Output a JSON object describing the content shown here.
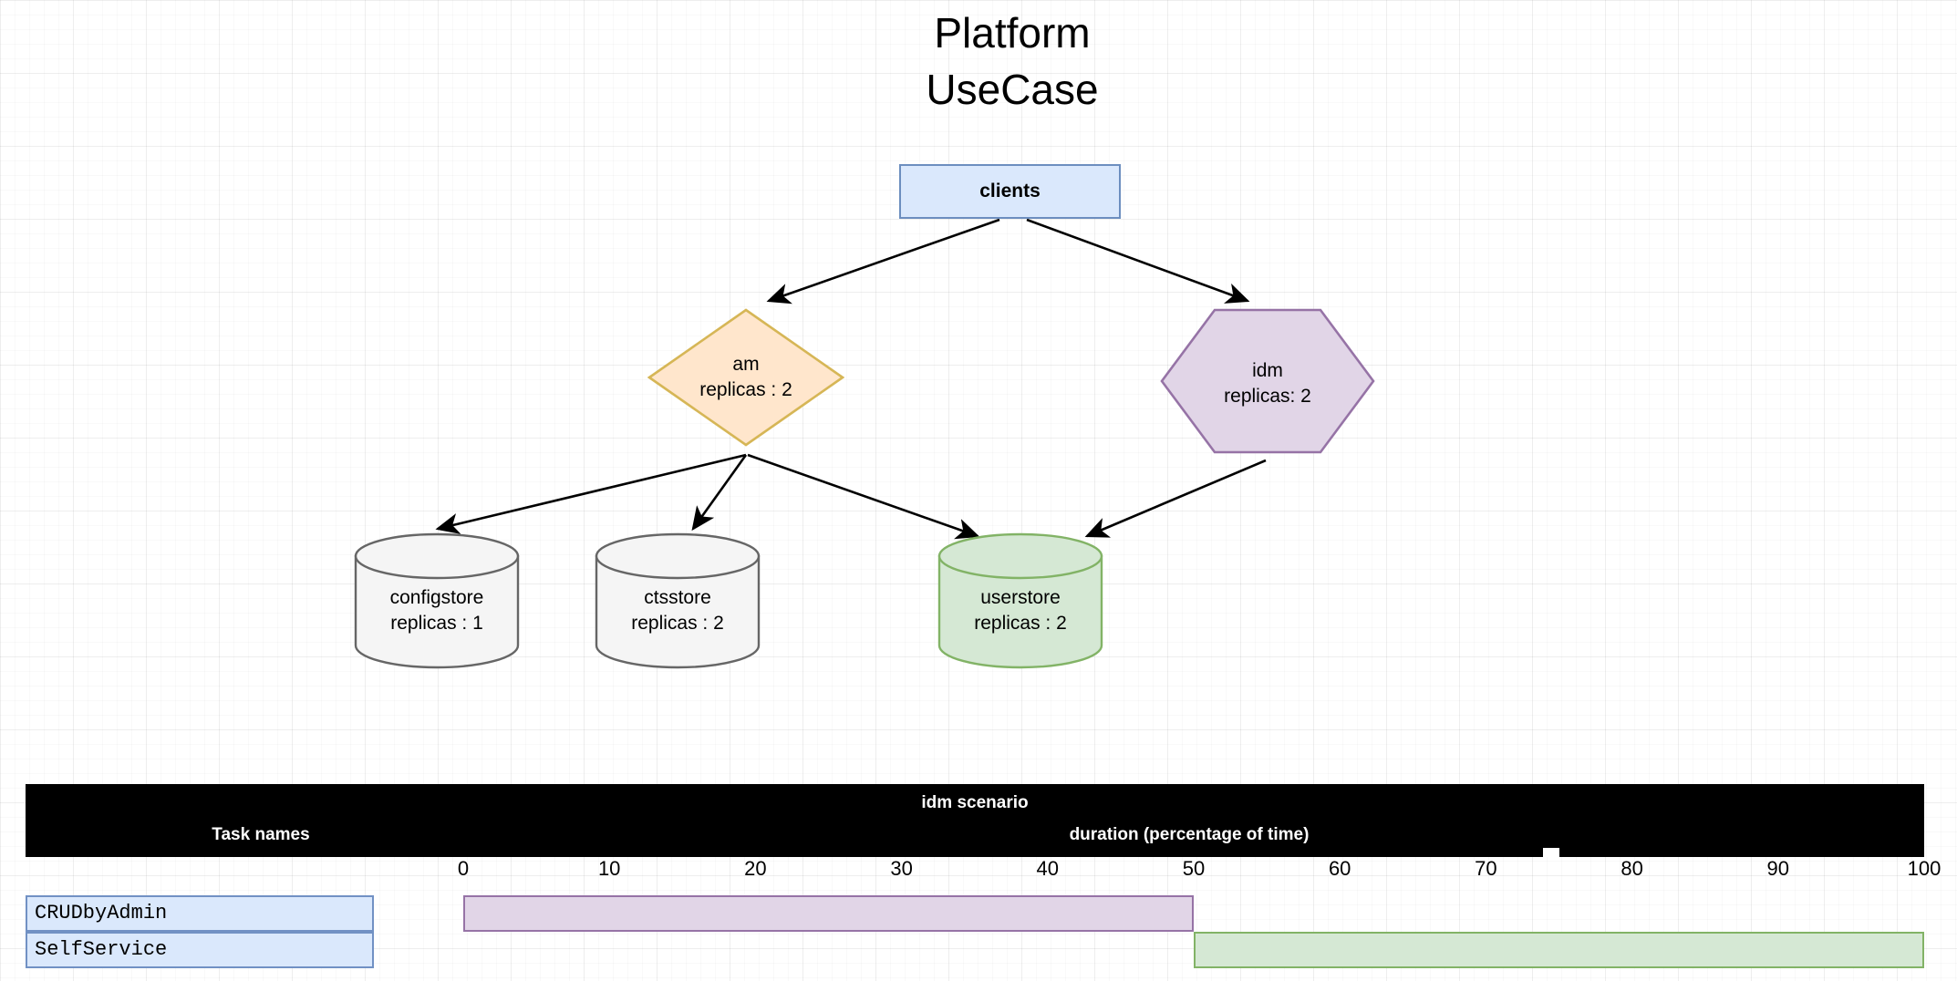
{
  "title": "Platform\nUseCase",
  "diagram": {
    "nodes": [
      {
        "id": "clients",
        "label": "clients",
        "shape": "rectangle",
        "fill": "#dae8fc",
        "stroke": "#6c8ebf"
      },
      {
        "id": "am",
        "label": "am\nreplicas : 2",
        "shape": "diamond",
        "fill": "#ffe6cc",
        "stroke": "#d6b656"
      },
      {
        "id": "idm",
        "label": "idm\nreplicas: 2",
        "shape": "hexagon",
        "fill": "#e1d5e7",
        "stroke": "#9673a6"
      },
      {
        "id": "configstore",
        "label": "configstore\nreplicas : 1",
        "shape": "cylinder",
        "fill": "#f5f5f5",
        "stroke": "#666666"
      },
      {
        "id": "ctsstore",
        "label": "ctsstore\nreplicas : 2",
        "shape": "cylinder",
        "fill": "#f5f5f5",
        "stroke": "#666666"
      },
      {
        "id": "userstore",
        "label": "userstore\nreplicas : 2",
        "shape": "cylinder",
        "fill": "#d5e8d4",
        "stroke": "#82b366"
      }
    ],
    "edges": [
      {
        "from": "clients",
        "to": "am"
      },
      {
        "from": "clients",
        "to": "idm"
      },
      {
        "from": "am",
        "to": "configstore"
      },
      {
        "from": "am",
        "to": "ctsstore"
      },
      {
        "from": "am",
        "to": "userstore"
      },
      {
        "from": "idm",
        "to": "userstore"
      }
    ]
  },
  "gantt": {
    "scenario_title": "idm scenario",
    "task_names_header": "Task names",
    "duration_header": "duration (percentage of time)",
    "header_bg": "#000000",
    "header_fg": "#ffffff",
    "axis": {
      "ticks": [
        0,
        10,
        20,
        30,
        40,
        50,
        60,
        70,
        80,
        90,
        100
      ],
      "min": 0,
      "max": 100
    },
    "rows": [
      {
        "name": "CRUDbyAdmin",
        "start": 0,
        "end": 50,
        "fill": "#e1d5e7",
        "stroke": "#9673a6"
      },
      {
        "name": "SelfService",
        "start": 50,
        "end": 100,
        "fill": "#d5e8d4",
        "stroke": "#82b366"
      }
    ]
  },
  "chart_data": {
    "type": "bar",
    "title": "idm scenario",
    "xlabel": "duration (percentage of time)",
    "ylabel": "Task names",
    "categories": [
      "CRUDbyAdmin",
      "SelfService"
    ],
    "series": [
      {
        "name": "start",
        "values": [
          0,
          50
        ]
      },
      {
        "name": "end",
        "values": [
          50,
          100
        ]
      },
      {
        "name": "duration",
        "values": [
          50,
          50
        ]
      }
    ],
    "xlim": [
      0,
      100
    ],
    "xticks": [
      0,
      10,
      20,
      30,
      40,
      50,
      60,
      70,
      80,
      90,
      100
    ],
    "grid": true,
    "legend": "none"
  }
}
